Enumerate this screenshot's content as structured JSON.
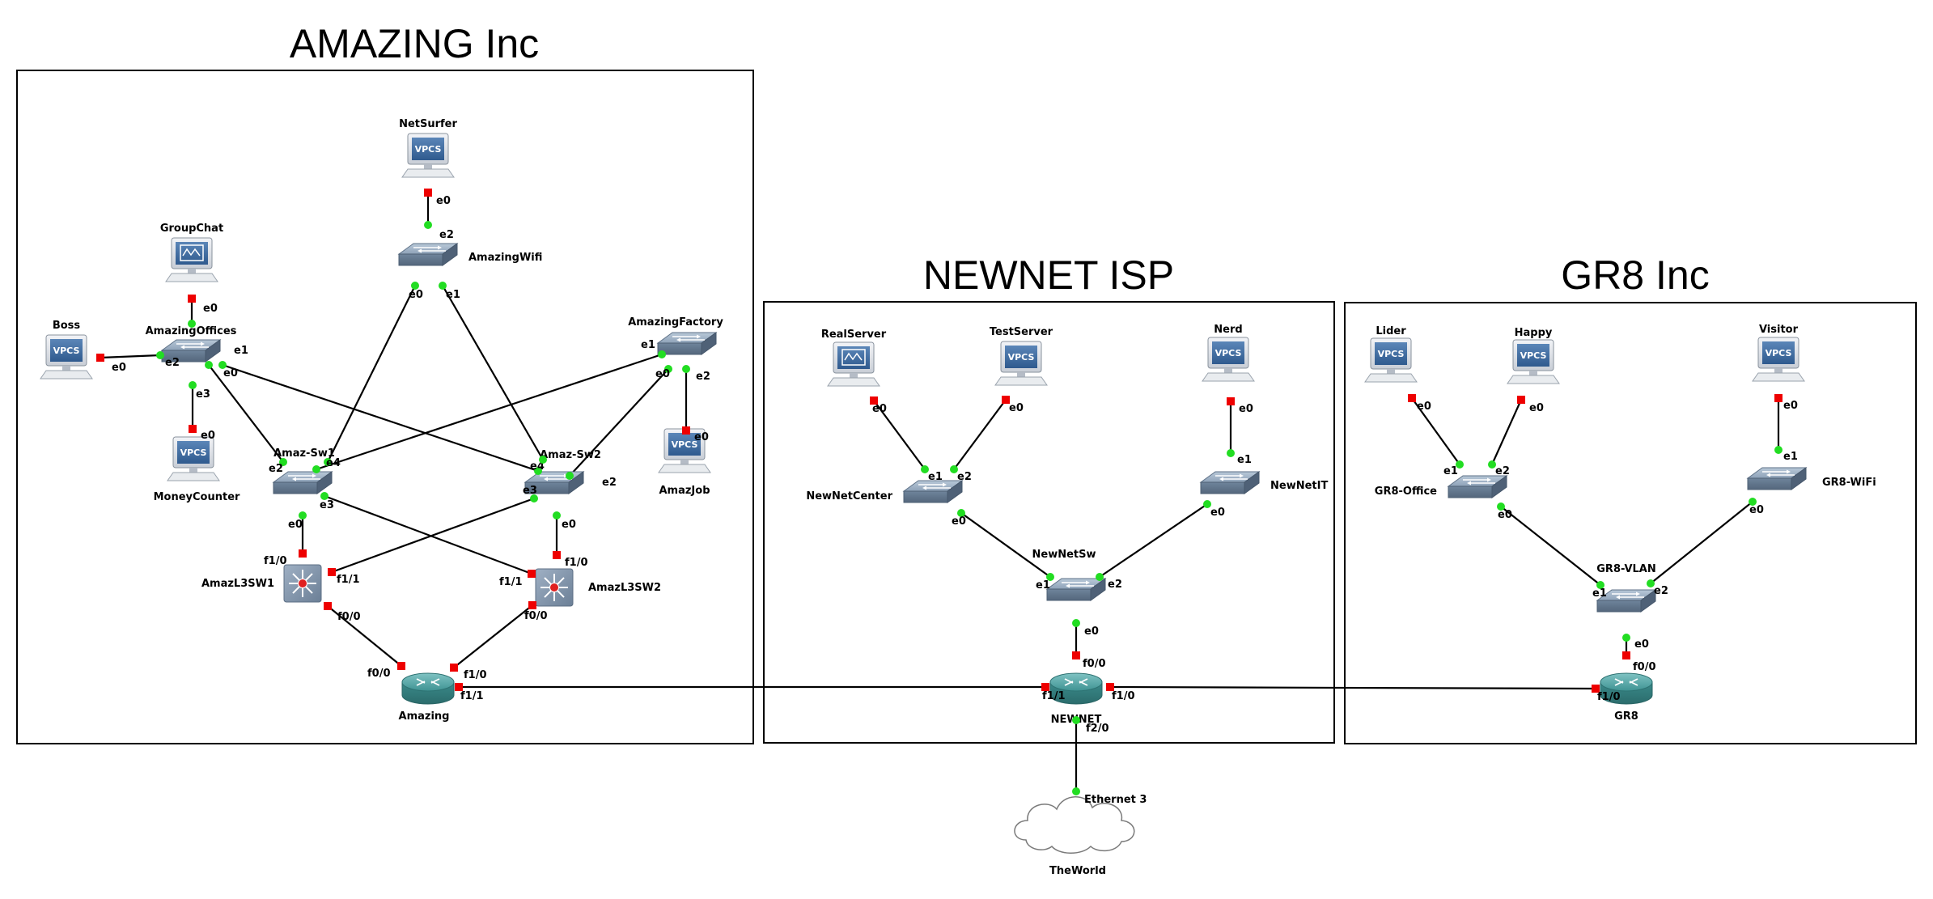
{
  "zones": [
    {
      "id": "amazing",
      "title": "AMAZING Inc"
    },
    {
      "id": "newnet",
      "title": "NEWNET ISP"
    },
    {
      "id": "gr8",
      "title": "GR8 Inc"
    }
  ],
  "vpcs_text": "VPCS",
  "colors": {
    "up": "#22dd22",
    "down": "#ee0000",
    "switch": "#7a90a8",
    "router": "#3d9a9a",
    "l3": "#8796ab"
  },
  "nodes": [
    {
      "id": "NetSurfer",
      "type": "vpcs",
      "label": "NetSurfer"
    },
    {
      "id": "GroupChat",
      "type": "server",
      "label": "GroupChat"
    },
    {
      "id": "Boss",
      "type": "vpcs",
      "label": "Boss"
    },
    {
      "id": "AmazingOffices",
      "type": "switch",
      "label": "AmazingOffices"
    },
    {
      "id": "MoneyCounter",
      "type": "vpcs",
      "label": "MoneyCounter"
    },
    {
      "id": "AmazingWifi",
      "type": "switch",
      "label": "AmazingWifi"
    },
    {
      "id": "AmazingFactory",
      "type": "switch",
      "label": "AmazingFactory"
    },
    {
      "id": "AmazJob",
      "type": "vpcs",
      "label": "AmazJob"
    },
    {
      "id": "AmazSw1",
      "type": "switch",
      "label": "Amaz-Sw1"
    },
    {
      "id": "AmazSw2",
      "type": "switch",
      "label": "Amaz-Sw2"
    },
    {
      "id": "AmazL3SW1",
      "type": "l3switch",
      "label": "AmazL3SW1"
    },
    {
      "id": "AmazL3SW2",
      "type": "l3switch",
      "label": "AmazL3SW2"
    },
    {
      "id": "Amazing",
      "type": "router",
      "label": "Amazing"
    },
    {
      "id": "RealServer",
      "type": "server",
      "label": "RealServer"
    },
    {
      "id": "TestServer",
      "type": "vpcs",
      "label": "TestServer"
    },
    {
      "id": "Nerd",
      "type": "vpcs",
      "label": "Nerd"
    },
    {
      "id": "NewNetCenter",
      "type": "switch",
      "label": "NewNetCenter"
    },
    {
      "id": "NewNetIT",
      "type": "switch",
      "label": "NewNetIT"
    },
    {
      "id": "NewNetSw",
      "type": "switch",
      "label": "NewNetSw"
    },
    {
      "id": "NEWNET",
      "type": "router",
      "label": "NEWNET"
    },
    {
      "id": "TheWorld",
      "type": "cloud",
      "label": "TheWorld"
    },
    {
      "id": "Lider",
      "type": "vpcs",
      "label": "Lider"
    },
    {
      "id": "Happy",
      "type": "vpcs",
      "label": "Happy"
    },
    {
      "id": "Visitor",
      "type": "vpcs",
      "label": "Visitor"
    },
    {
      "id": "GR8Office",
      "type": "switch",
      "label": "GR8-Office"
    },
    {
      "id": "GR8WiFi",
      "type": "switch",
      "label": "GR8-WiFi"
    },
    {
      "id": "GR8VLAN",
      "type": "switch",
      "label": "GR8-VLAN"
    },
    {
      "id": "GR8",
      "type": "router",
      "label": "GR8"
    }
  ],
  "links": [
    {
      "a": "NetSurfer",
      "ap": "e0",
      "as": "down",
      "b": "AmazingWifi",
      "bp": "e2",
      "bs": "up"
    },
    {
      "a": "GroupChat",
      "ap": "e0",
      "as": "down",
      "b": "AmazingOffices",
      "bp": "",
      "bs": "up"
    },
    {
      "a": "Boss",
      "ap": "e0",
      "as": "down",
      "b": "AmazingOffices",
      "bp": "e2",
      "bs": "up"
    },
    {
      "a": "AmazingOffices",
      "ap": "e3",
      "as": "up",
      "b": "MoneyCounter",
      "bp": "e0",
      "bs": "down"
    },
    {
      "a": "AmazingOffices",
      "ap": "e0",
      "as": "up",
      "b": "AmazSw1",
      "bp": "e2",
      "bs": "up"
    },
    {
      "a": "AmazingOffices",
      "ap": "e1",
      "as": "up",
      "b": "AmazSw2",
      "bp": "e4",
      "bs": "up"
    },
    {
      "a": "AmazingWifi",
      "ap": "e0",
      "as": "up",
      "b": "AmazSw1",
      "bp": "",
      "bs": "up"
    },
    {
      "a": "AmazingWifi",
      "ap": "e1",
      "as": "up",
      "b": "AmazSw2",
      "bp": "",
      "bs": "up"
    },
    {
      "a": "AmazingFactory",
      "ap": "e1",
      "as": "up",
      "b": "AmazSw1",
      "bp": "e4",
      "bs": "up"
    },
    {
      "a": "AmazingFactory",
      "ap": "e0",
      "as": "up",
      "b": "AmazSw2",
      "bp": "e2",
      "bs": "up"
    },
    {
      "a": "AmazingFactory",
      "ap": "e2",
      "as": "up",
      "b": "AmazJob",
      "bp": "e0",
      "bs": "down"
    },
    {
      "a": "AmazSw1",
      "ap": "e0",
      "as": "up",
      "b": "AmazL3SW1",
      "bp": "f1/0",
      "bs": "down"
    },
    {
      "a": "AmazSw1",
      "ap": "e3",
      "as": "up",
      "b": "AmazL3SW2",
      "bp": "f1/1",
      "bs": "down"
    },
    {
      "a": "AmazSw2",
      "ap": "e3",
      "as": "up",
      "b": "AmazL3SW1",
      "bp": "f1/1",
      "bs": "down"
    },
    {
      "a": "AmazSw2",
      "ap": "e0",
      "as": "up",
      "b": "AmazL3SW2",
      "bp": "f1/0",
      "bs": "down"
    },
    {
      "a": "AmazL3SW1",
      "ap": "f0/0",
      "as": "down",
      "b": "Amazing",
      "bp": "f0/0",
      "bs": "down"
    },
    {
      "a": "AmazL3SW2",
      "ap": "f0/0",
      "as": "down",
      "b": "Amazing",
      "bp": "f1/0",
      "bs": "down"
    },
    {
      "a": "Amazing",
      "ap": "f1/1",
      "as": "down",
      "b": "NEWNET",
      "bp": "f1/1",
      "bs": "down"
    },
    {
      "a": "RealServer",
      "ap": "e0",
      "as": "down",
      "b": "NewNetCenter",
      "bp": "e1",
      "bs": "up"
    },
    {
      "a": "TestServer",
      "ap": "e0",
      "as": "down",
      "b": "NewNetCenter",
      "bp": "e2",
      "bs": "up"
    },
    {
      "a": "Nerd",
      "ap": "e0",
      "as": "down",
      "b": "NewNetIT",
      "bp": "e1",
      "bs": "up"
    },
    {
      "a": "NewNetCenter",
      "ap": "e0",
      "as": "up",
      "b": "NewNetSw",
      "bp": "e1",
      "bs": "up"
    },
    {
      "a": "NewNetIT",
      "ap": "e0",
      "as": "up",
      "b": "NewNetSw",
      "bp": "e2",
      "bs": "up"
    },
    {
      "a": "NewNetSw",
      "ap": "e0",
      "as": "up",
      "b": "NEWNET",
      "bp": "f0/0",
      "bs": "down"
    },
    {
      "a": "NEWNET",
      "ap": "f2/0",
      "as": "up",
      "b": "TheWorld",
      "bp": "Ethernet 3",
      "bs": "up"
    },
    {
      "a": "NEWNET",
      "ap": "f1/0",
      "as": "down",
      "b": "GR8",
      "bp": "f1/0",
      "bs": "down"
    },
    {
      "a": "Lider",
      "ap": "e0",
      "as": "down",
      "b": "GR8Office",
      "bp": "e1",
      "bs": "up"
    },
    {
      "a": "Happy",
      "ap": "e0",
      "as": "down",
      "b": "GR8Office",
      "bp": "e2",
      "bs": "up"
    },
    {
      "a": "Visitor",
      "ap": "e0",
      "as": "down",
      "b": "GR8WiFi",
      "bp": "e1",
      "bs": "up"
    },
    {
      "a": "GR8Office",
      "ap": "e0",
      "as": "up",
      "b": "GR8VLAN",
      "bp": "e1",
      "bs": "up"
    },
    {
      "a": "GR8WiFi",
      "ap": "e0",
      "as": "up",
      "b": "GR8VLAN",
      "bp": "e2",
      "bs": "up"
    },
    {
      "a": "GR8VLAN",
      "ap": "e0",
      "as": "up",
      "b": "GR8",
      "bp": "f0/0",
      "bs": "down"
    }
  ]
}
